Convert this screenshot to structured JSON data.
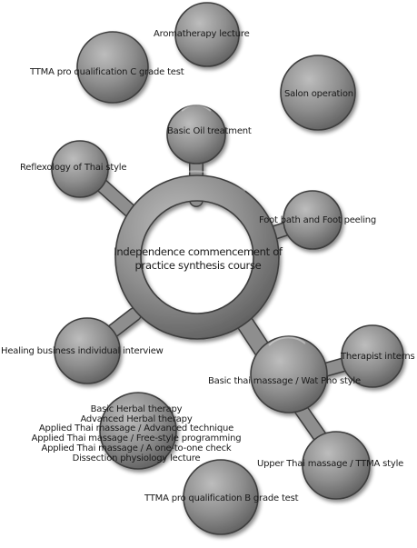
{
  "hub": {
    "line1": "Independence commencement of",
    "line2": "practice synthesis course"
  },
  "nodes": {
    "aromatherapy": "Aromatherapy lecture",
    "ttma_c": "TTMA pro qualification C grade test",
    "salon": "Salon operation",
    "basic_oil": "Basic Oil treatment",
    "reflexology": "Reflexology of Thai style",
    "foot_bath": "Foot bath and Foot peeling",
    "healing": "Healing business individual interview",
    "therapist": "Therapist interns",
    "basic_thai": "Basic thai massage / Wat Pho style",
    "upper_thai": "Upper Thai massage / TTMA style",
    "ttma_b": "TTMA pro qualification B grade test"
  },
  "course_list": [
    "Basic Herbal therapy",
    "Advanced Herbal therapy",
    "Applied Thai massage / Advanced technique",
    "Applied Thai massage / Free-style programming",
    "Applied Thai massage / A one-to-one check",
    "Dissection physiology lecture"
  ],
  "colors": {
    "bubble_fill": "#8c8c8c",
    "bubble_light": "#c4c4c4",
    "bubble_dark": "#4a4a4a",
    "text": "#1a1a1a"
  }
}
